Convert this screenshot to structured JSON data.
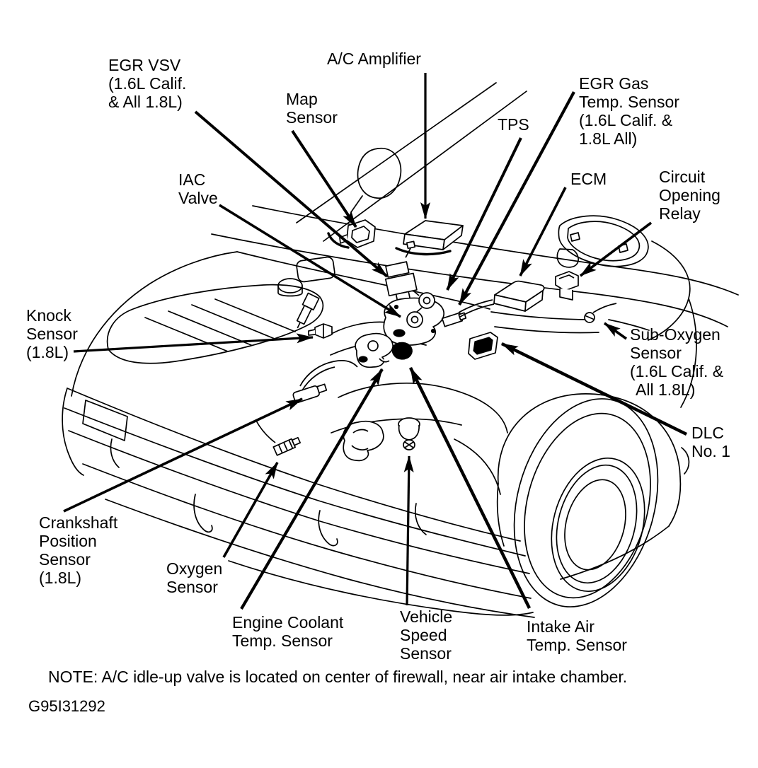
{
  "figure": {
    "note": "NOTE: A/C idle-up valve is located on center of firewall, near air intake chamber.",
    "figure_id": "G95I31292"
  },
  "diagram": {
    "description": "Engine compartment component location line drawing",
    "colors": {
      "ink": "#000000",
      "background": "#ffffff"
    },
    "labels": [
      {
        "id": "egr-vsv",
        "lines": [
          "EGR VSV",
          "(1.6L Calif.",
          "& All 1.8L)"
        ]
      },
      {
        "id": "ac-amplifier",
        "lines": [
          "A/C Amplifier"
        ]
      },
      {
        "id": "map-sensor",
        "lines": [
          "Map",
          "Sensor"
        ]
      },
      {
        "id": "iac-valve",
        "lines": [
          "IAC",
          "Valve"
        ]
      },
      {
        "id": "tps",
        "lines": [
          "TPS"
        ]
      },
      {
        "id": "egr-gas-temp-sensor",
        "lines": [
          "EGR Gas",
          "Temp. Sensor",
          "(1.6L Calif. &",
          "1.8L All)"
        ]
      },
      {
        "id": "ecm",
        "lines": [
          "ECM"
        ]
      },
      {
        "id": "circuit-opening-relay",
        "lines": [
          "Circuit",
          "Opening",
          "Relay"
        ]
      },
      {
        "id": "knock-sensor",
        "lines": [
          "Knock",
          "Sensor",
          "(1.8L)"
        ]
      },
      {
        "id": "sub-oxygen-sensor",
        "lines": [
          "Sub-Oxygen",
          "Sensor",
          "(1.6L Calif. &",
          "All 1.8L)"
        ]
      },
      {
        "id": "dlc-no-1",
        "lines": [
          "DLC",
          "No. 1"
        ]
      },
      {
        "id": "crankshaft-position-sensor",
        "lines": [
          "Crankshaft",
          "Position",
          "Sensor",
          "(1.8L)"
        ]
      },
      {
        "id": "oxygen-sensor",
        "lines": [
          "Oxygen",
          "Sensor"
        ]
      },
      {
        "id": "engine-coolant-temp-sensor",
        "lines": [
          "Engine Coolant",
          "Temp. Sensor"
        ]
      },
      {
        "id": "vehicle-speed-sensor",
        "lines": [
          "Vehicle",
          "Speed",
          "Sensor"
        ]
      },
      {
        "id": "intake-air-temp-sensor",
        "lines": [
          "Intake Air",
          "Temp. Sensor"
        ]
      }
    ]
  }
}
